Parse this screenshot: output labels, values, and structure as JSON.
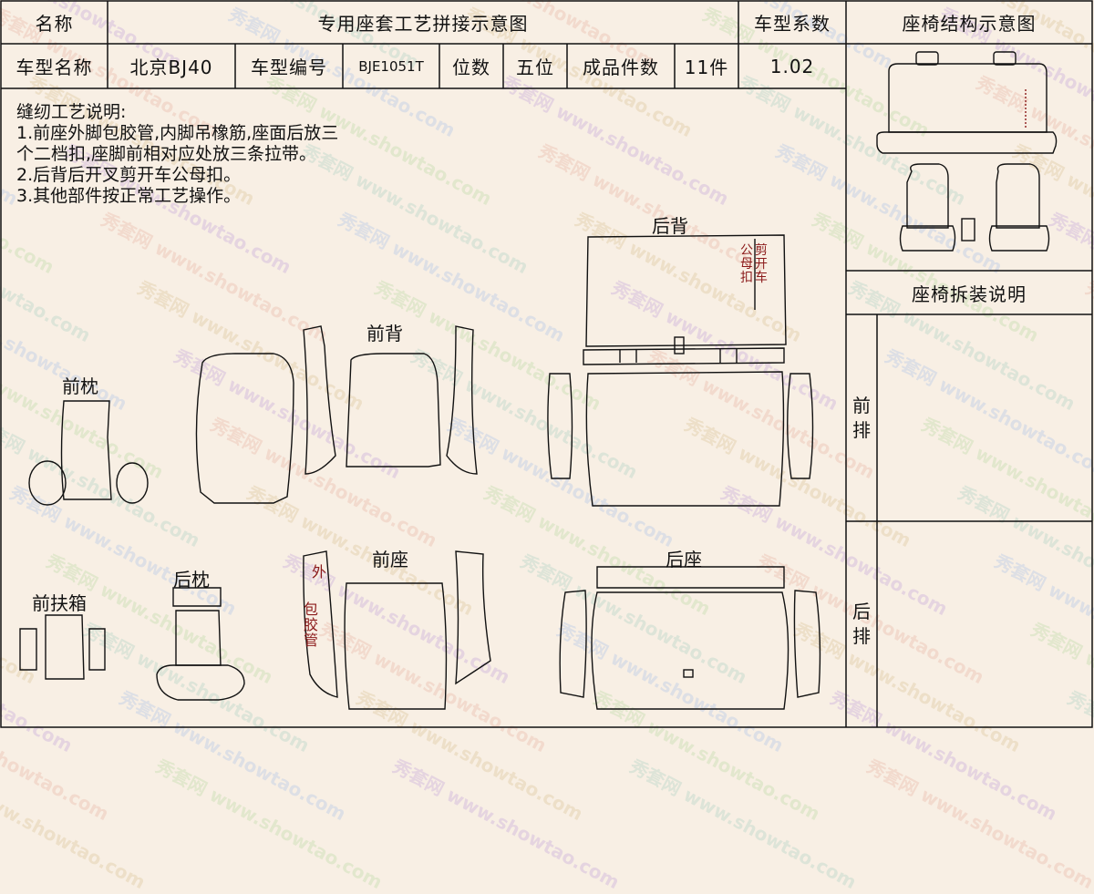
{
  "header": {
    "name_label": "名称",
    "title": "专用座套工艺拼接示意图",
    "coef_label": "车型系数",
    "structure_label": "座椅结构示意图"
  },
  "info_row": {
    "model_name_label": "车型名称",
    "model_name": "北京BJ40",
    "model_code_label": "车型编号",
    "model_code": "BJE1051T",
    "seats_label": "位数",
    "seats": "五位",
    "pieces_label": "成品件数",
    "pieces": "11件",
    "coefficient": "1.02"
  },
  "notes": {
    "title": "缝纫工艺说明:",
    "line1": "1.前座外脚包胶管,内脚吊橡筋,座面后放三",
    "line2": "个二档扣,座脚前相对应处放三条拉带。",
    "line3": "2.后背后开叉剪开车公母扣。",
    "line4": "3.其他部件按正常工艺操作。"
  },
  "labels": {
    "rear_back": "后背",
    "front_back": "前背",
    "front_pillow": "前枕",
    "rear_pillow": "后枕",
    "front_seat": "前座",
    "rear_seat": "后座",
    "front_armrest_box": "前扶箱"
  },
  "annotations": {
    "cut_col1": "剪开车",
    "cut_col2": "公母扣",
    "outer": "外",
    "wrap_pipe": "包胶管"
  },
  "side_panel": {
    "disassembly_title": "座椅拆装说明",
    "front_row": "前排",
    "rear_row": "后排"
  },
  "watermark": {
    "cn": "秀套网",
    "url": "www.showtao.com"
  },
  "colors": {
    "background": "#f8efe4",
    "annotation_red": "#8b1a1a"
  }
}
